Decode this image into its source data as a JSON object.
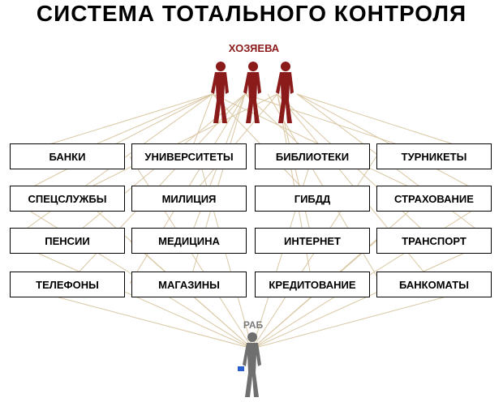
{
  "title": "СИСТЕМА ТОТАЛЬНОГО КОНТРОЛЯ",
  "owners_label": "ХОЗЯЕВА",
  "slave_label": "РАБ",
  "colors": {
    "owner": "#8b1a1a",
    "slave": "#6f6f6f",
    "line": "#d9c7a3",
    "phone": "#2a5fd0"
  },
  "boxes": [
    [
      "БАНКИ",
      "УНИВЕРСИТЕТЫ",
      "БИБЛИОТЕКИ",
      "ТУРНИКЕТЫ"
    ],
    [
      "СПЕЦСЛУЖБЫ",
      "МИЛИЦИЯ",
      "ГИБДД",
      "СТРАХОВАНИЕ"
    ],
    [
      "ПЕНСИИ",
      "МЕДИЦИНА",
      "ИНТЕРНЕТ",
      "ТРАНСПОРТ"
    ],
    [
      "ТЕЛЕФОНЫ",
      "МАГАЗИНЫ",
      "КРЕДИТОВАНИЕ",
      "БАНКОМАТЫ"
    ]
  ]
}
